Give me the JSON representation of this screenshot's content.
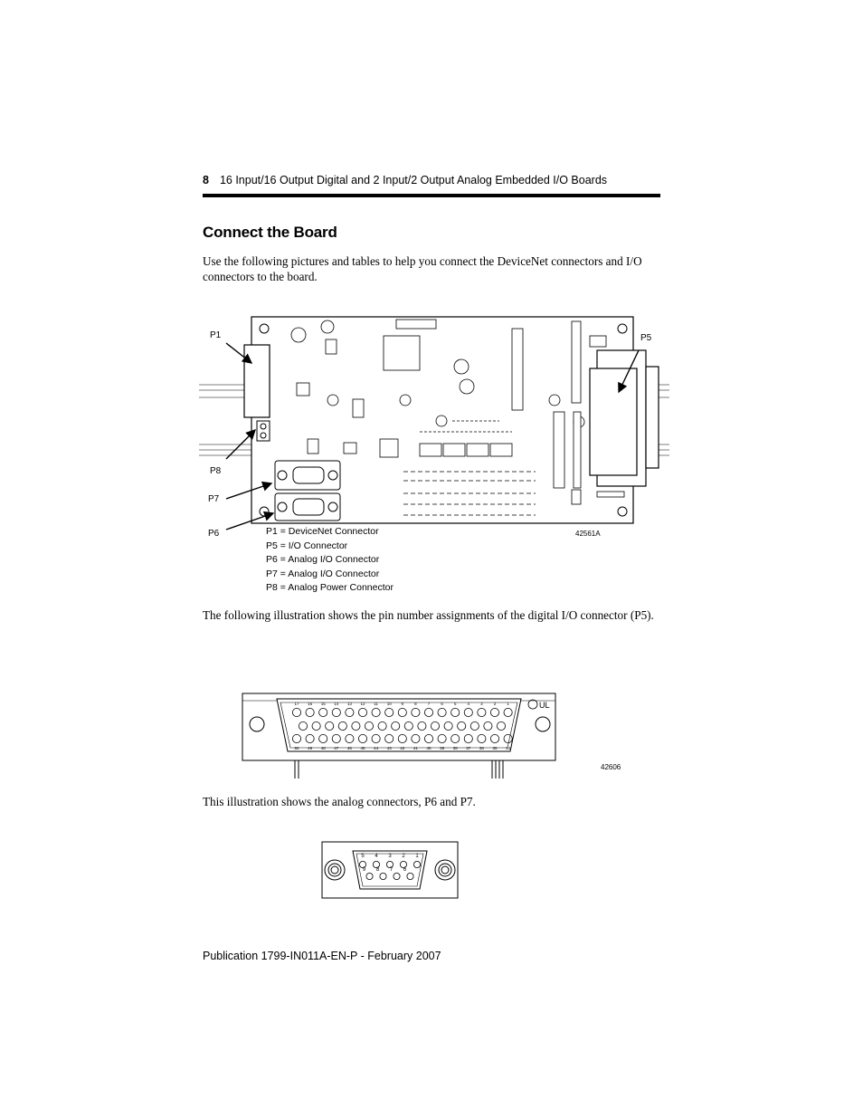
{
  "header": {
    "page_number": "8",
    "title": "16 Input/16 Output Digital and 2 Input/2 Output Analog Embedded I/O Boards"
  },
  "section_title": "Connect the Board",
  "intro": "Use the following pictures and tables to help you connect the DeviceNet connectors and I/O connectors to the board.",
  "board_figure": {
    "callouts": {
      "p1": "P1",
      "p5": "P5",
      "p6": "P6",
      "p7": "P7",
      "p8": "P8"
    },
    "figure_id": "42561A",
    "legend": [
      "P1 = DeviceNet Connector",
      "P5 = I/O Connector",
      "P6 = Analog I/O Connector",
      "P7 = Analog I/O Connector",
      "P8 = Analog Power Connector"
    ]
  },
  "p5_paragraph": "The following illustration shows the pin number assignments of the digital I/O connector (P5).",
  "p5_figure": {
    "figure_id": "42606",
    "row1_pins": [
      "17",
      "16",
      "15",
      "14",
      "13",
      "12",
      "11",
      "10",
      "9",
      "8",
      "7",
      "6",
      "5",
      "4",
      "3",
      "2",
      "1"
    ],
    "row3_pins": [
      "50",
      "49",
      "48",
      "47",
      "46",
      "45",
      "44",
      "43",
      "42",
      "41",
      "40",
      "39",
      "38",
      "37",
      "36",
      "35",
      "34"
    ]
  },
  "analog_paragraph": "This illustration shows the analog connectors, P6 and P7.",
  "db9_figure": {
    "top_pins": [
      "5",
      "4",
      "3",
      "2",
      "1"
    ],
    "bottom_pins": [
      "9",
      "8",
      "7",
      "6"
    ]
  },
  "footer": "Publication 1799-IN011A-EN-P - February 2007"
}
